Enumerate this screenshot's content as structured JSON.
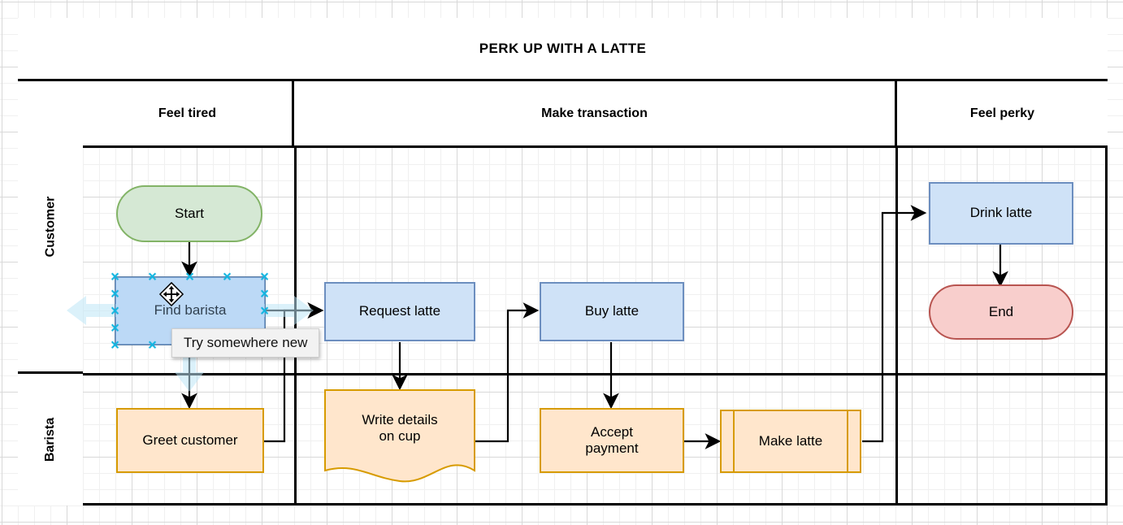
{
  "app": {
    "kind": "flowchart-editor-canvas"
  },
  "pool": {
    "title": "PERK UP WITH A LATTE",
    "phases": [
      {
        "label": "Feel tired"
      },
      {
        "label": "Make transaction"
      },
      {
        "label": "Feel perky"
      }
    ],
    "lanes": [
      {
        "label": "Customer"
      },
      {
        "label": "Barista"
      }
    ]
  },
  "nodes": [
    {
      "id": "start",
      "label": "Start",
      "shape": "terminator",
      "fill": "#d5e8d4",
      "stroke": "#82b366",
      "lane": "Customer",
      "phase": "Feel tired"
    },
    {
      "id": "find-barista",
      "label": "Find barista",
      "shape": "process",
      "fill": "#cfe2f7",
      "stroke": "#6c8ebf",
      "lane": "Customer",
      "phase": "Feel tired",
      "selected": true
    },
    {
      "id": "greet-customer",
      "label": "Greet customer",
      "shape": "process",
      "fill": "#ffe6cc",
      "stroke": "#d79b00",
      "lane": "Barista",
      "phase": "Feel tired"
    },
    {
      "id": "request-latte",
      "label": "Request latte",
      "shape": "process",
      "fill": "#cfe2f7",
      "stroke": "#6c8ebf",
      "lane": "Customer",
      "phase": "Make transaction"
    },
    {
      "id": "write-details",
      "label": "Write details\non cup",
      "line1": "Write details",
      "line2": "on cup",
      "shape": "document",
      "fill": "#ffe6cc",
      "stroke": "#d79b00",
      "lane": "Barista",
      "phase": "Make transaction"
    },
    {
      "id": "buy-latte",
      "label": "Buy latte",
      "shape": "process",
      "fill": "#cfe2f7",
      "stroke": "#6c8ebf",
      "lane": "Customer",
      "phase": "Make transaction"
    },
    {
      "id": "accept-payment",
      "label": "Accept\npayment",
      "line1": "Accept",
      "line2": "payment",
      "shape": "process",
      "fill": "#ffe6cc",
      "stroke": "#d79b00",
      "lane": "Barista",
      "phase": "Make transaction"
    },
    {
      "id": "make-latte",
      "label": "Make latte",
      "shape": "predefined-process",
      "fill": "#ffe6cc",
      "stroke": "#d79b00",
      "lane": "Barista",
      "phase": "Make transaction"
    },
    {
      "id": "drink-latte",
      "label": "Drink latte",
      "shape": "process",
      "fill": "#cfe2f7",
      "stroke": "#6c8ebf",
      "lane": "Customer",
      "phase": "Feel perky"
    },
    {
      "id": "end",
      "label": "End",
      "shape": "terminator",
      "fill": "#f8cecc",
      "stroke": "#b85450",
      "lane": "Customer",
      "phase": "Feel perky"
    }
  ],
  "edges": [
    {
      "from": "start",
      "to": "find-barista"
    },
    {
      "from": "find-barista",
      "to": "greet-customer"
    },
    {
      "from": "find-barista",
      "to": "request-latte"
    },
    {
      "from": "greet-customer",
      "to": "request-latte"
    },
    {
      "from": "request-latte",
      "to": "write-details"
    },
    {
      "from": "write-details",
      "to": "buy-latte"
    },
    {
      "from": "buy-latte",
      "to": "accept-payment"
    },
    {
      "from": "accept-payment",
      "to": "make-latte"
    },
    {
      "from": "make-latte",
      "to": "drink-latte"
    },
    {
      "from": "drink-latte",
      "to": "end"
    }
  ],
  "selection": {
    "target": "find-barista",
    "handle_glyph": "x",
    "handle_color": "#12b5e0",
    "outline_color": "#5d7fa6",
    "fill_color": "rgba(150,200,245,0.32)",
    "cursor": "move-cursor",
    "direction_hint_color": "#bfe6f7"
  },
  "tooltip": {
    "text": "Try somewhere new"
  },
  "colors": {
    "blue_fill": "#cfe2f7",
    "blue_stroke": "#6c8ebf",
    "orange_fill": "#ffe6cc",
    "orange_stroke": "#d79b00",
    "green_fill": "#d5e8d4",
    "green_stroke": "#82b366",
    "red_fill": "#f8cecc",
    "red_stroke": "#b85450",
    "frame": "#000000",
    "grid_minor": "#f0f0f0",
    "grid_major": "#d8d8d8"
  }
}
